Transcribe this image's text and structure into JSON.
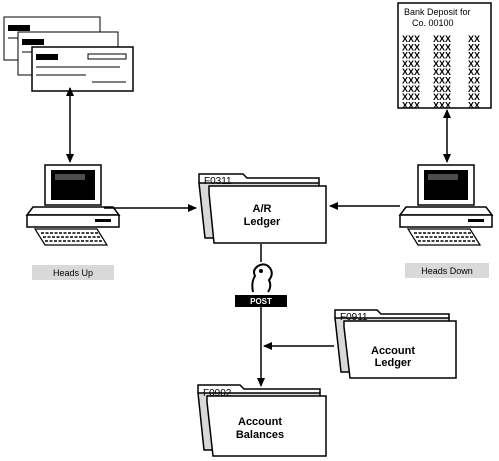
{
  "bank_deposit": {
    "title_line1": "Bank Deposit for",
    "title_line2": "Co. 00100",
    "rows": [
      [
        "XXX",
        "XXX",
        "XX"
      ],
      [
        "XXX",
        "XXX",
        "XX"
      ],
      [
        "XXX",
        "XXX",
        "XX"
      ],
      [
        "XXX",
        "XXX",
        "XX"
      ],
      [
        "XXX",
        "XXX",
        "XX"
      ],
      [
        "XXX",
        "XXX",
        "XX"
      ],
      [
        "XXX",
        "XXX",
        "XX"
      ],
      [
        "XXX",
        "XXX",
        "XX"
      ],
      [
        "XXX",
        "XXX",
        "XX"
      ]
    ]
  },
  "folders": {
    "ar_ledger": {
      "tab": "F0311",
      "line1": "A/R",
      "line2": "Ledger"
    },
    "account_ledger": {
      "tab": "F0911",
      "line1": "Account",
      "line2": "Ledger"
    },
    "account_balances": {
      "tab": "F0902",
      "line1": "Account",
      "line2": "Balances"
    }
  },
  "workstations": {
    "heads_up": "Heads Up",
    "heads_down": "Heads Down"
  },
  "post_label": "POST"
}
